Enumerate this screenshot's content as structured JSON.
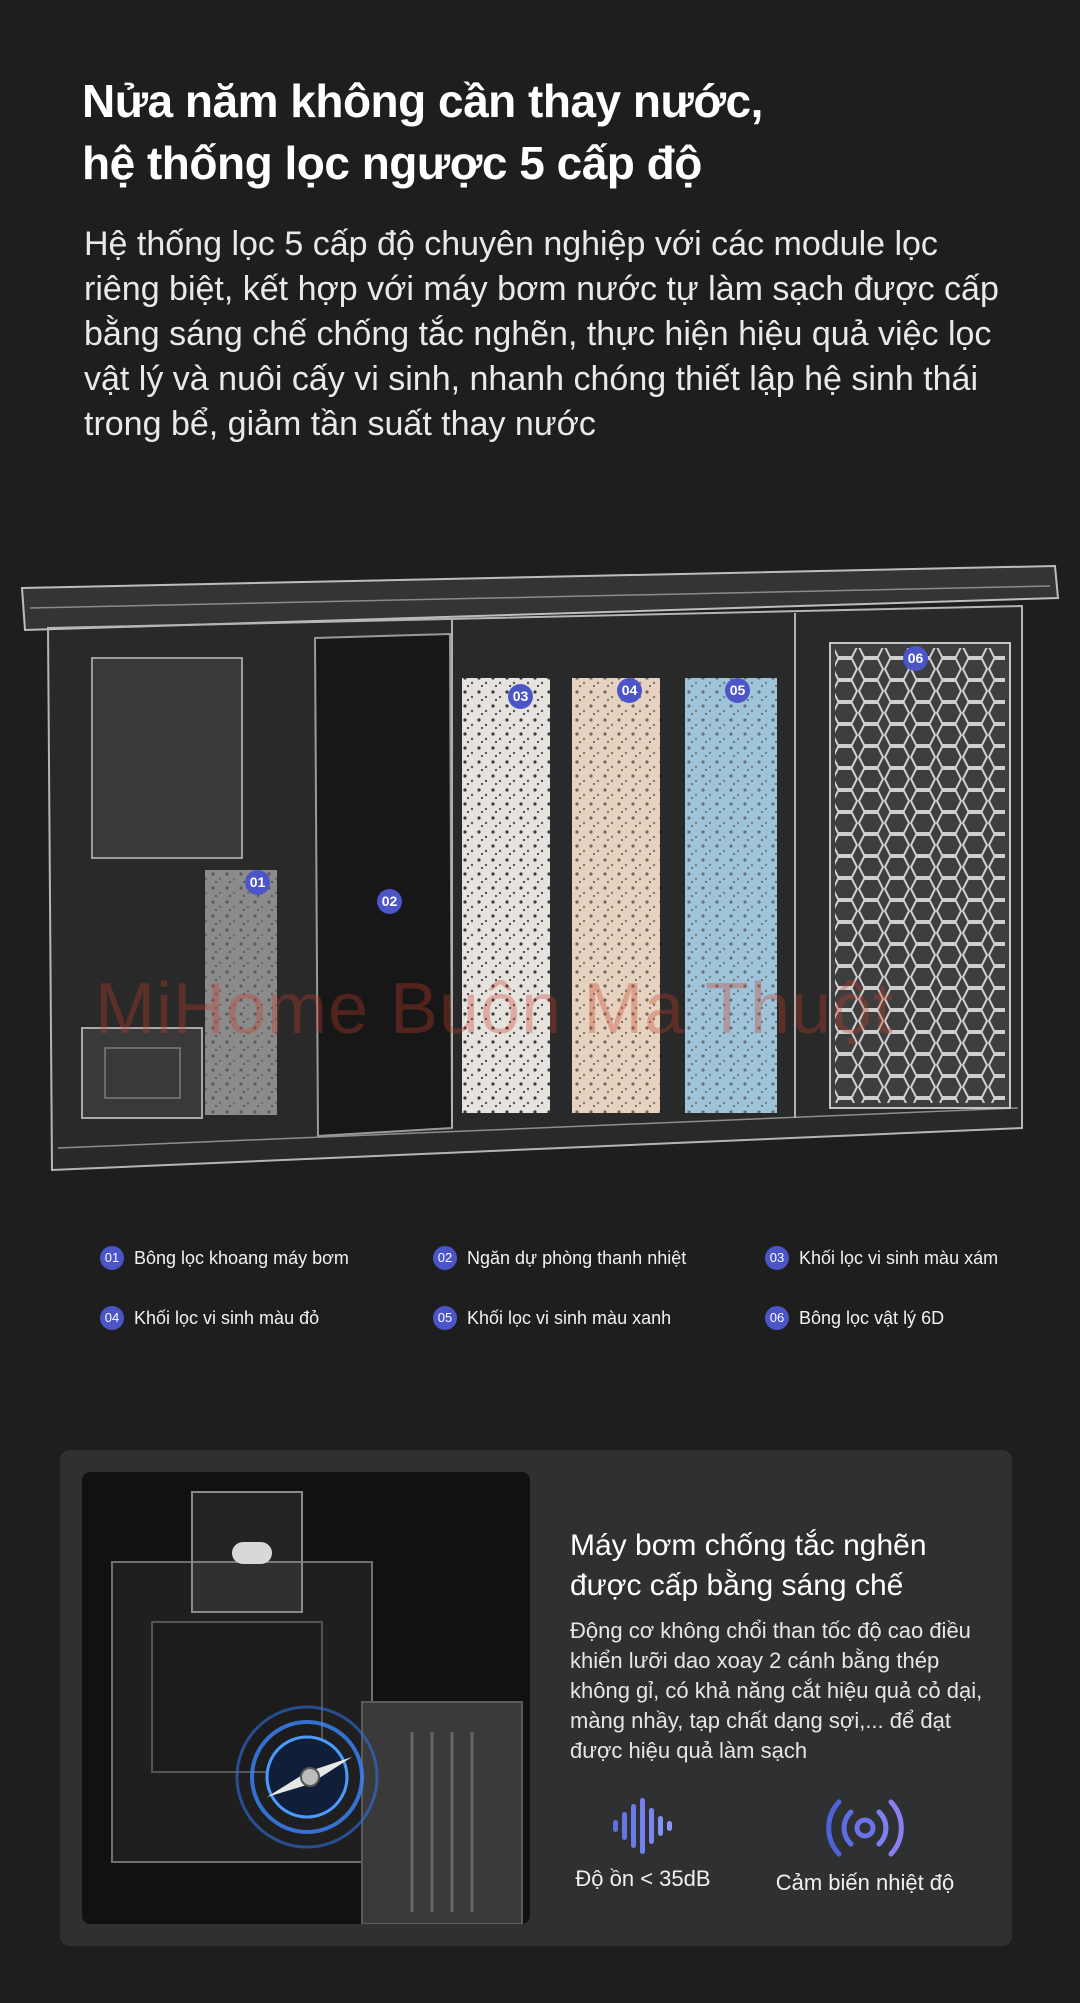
{
  "header": {
    "title_line1": "Nửa năm không cần thay nước,",
    "title_line2": "hệ thống lọc ngược 5 cấp độ",
    "description": "Hệ thống lọc 5 cấp độ chuyên nghiệp với các module lọc riêng biệt, kết hợp với máy bơm nước tự làm sạch được cấp bằng sáng chế chống tắc nghẽn, thực hiện hiệu quả việc lọc vật lý và nuôi cấy vi sinh, nhanh chóng thiết lập hệ sinh thái trong bể, giảm tần suất thay nước"
  },
  "diagram": {
    "badges": [
      "01",
      "02",
      "03",
      "04",
      "05",
      "06"
    ],
    "watermark": "MiHome Buôn Ma Thuột",
    "colors": {
      "badge": "#4b55c8",
      "white_filter": "#e6e3de",
      "red_filter": "#e6d2bf",
      "blue_filter": "#9fc3d8",
      "grey_filter": "#8b8b8b"
    }
  },
  "legend": [
    {
      "num": "01",
      "label": "Bông lọc khoang máy bơm"
    },
    {
      "num": "02",
      "label": "Ngăn dự phòng thanh nhiệt"
    },
    {
      "num": "03",
      "label": "Khối lọc vi sinh màu xám"
    },
    {
      "num": "04",
      "label": "Khối lọc vi sinh màu đỏ"
    },
    {
      "num": "05",
      "label": "Khối lọc vi sinh màu xanh"
    },
    {
      "num": "06",
      "label": "Bông lọc vật lý 6D"
    }
  ],
  "pump_card": {
    "title_line1": "Máy bơm chống tắc nghẽn",
    "title_line2": "được cấp bằng sáng chế",
    "body": "Động cơ không chổi than tốc độ cao điều khiển lưỡi dao xoay 2 cánh bằng thép không gỉ, có khả năng cắt hiệu quả cỏ dại, màng nhầy, tạp chất dạng sợi,... để đạt được hiệu quả làm sạch",
    "features": [
      {
        "icon": "sound-wave-icon",
        "label": "Độ ồn < 35dB"
      },
      {
        "icon": "sensor-signal-icon",
        "label": "Cảm biến nhiệt độ"
      }
    ],
    "accent": "#5c6ee0"
  }
}
